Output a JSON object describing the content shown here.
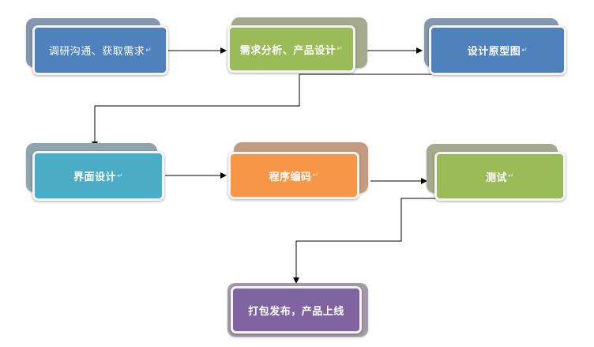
{
  "colors": {
    "blue": "#4f81bd",
    "blue_back": "#8497b0",
    "green": "#9bbb59",
    "green_back": "#a5a98d",
    "cyan": "#4bacc6",
    "cyan_back": "#8ea5ad",
    "orange": "#f79646",
    "orange_back": "#c49b80",
    "purple": "#8064a2",
    "purple_back": "#a39aa8",
    "line": "#000000"
  },
  "nodes": {
    "research": "调研沟通、获取需求",
    "analysis": "需求分析、产品设计",
    "prototype": "设计原型图",
    "ui_design": "界面设计",
    "coding": "程序编码",
    "testing": "测试",
    "release": "打包发布，产品上线"
  },
  "para_mark": "↵"
}
